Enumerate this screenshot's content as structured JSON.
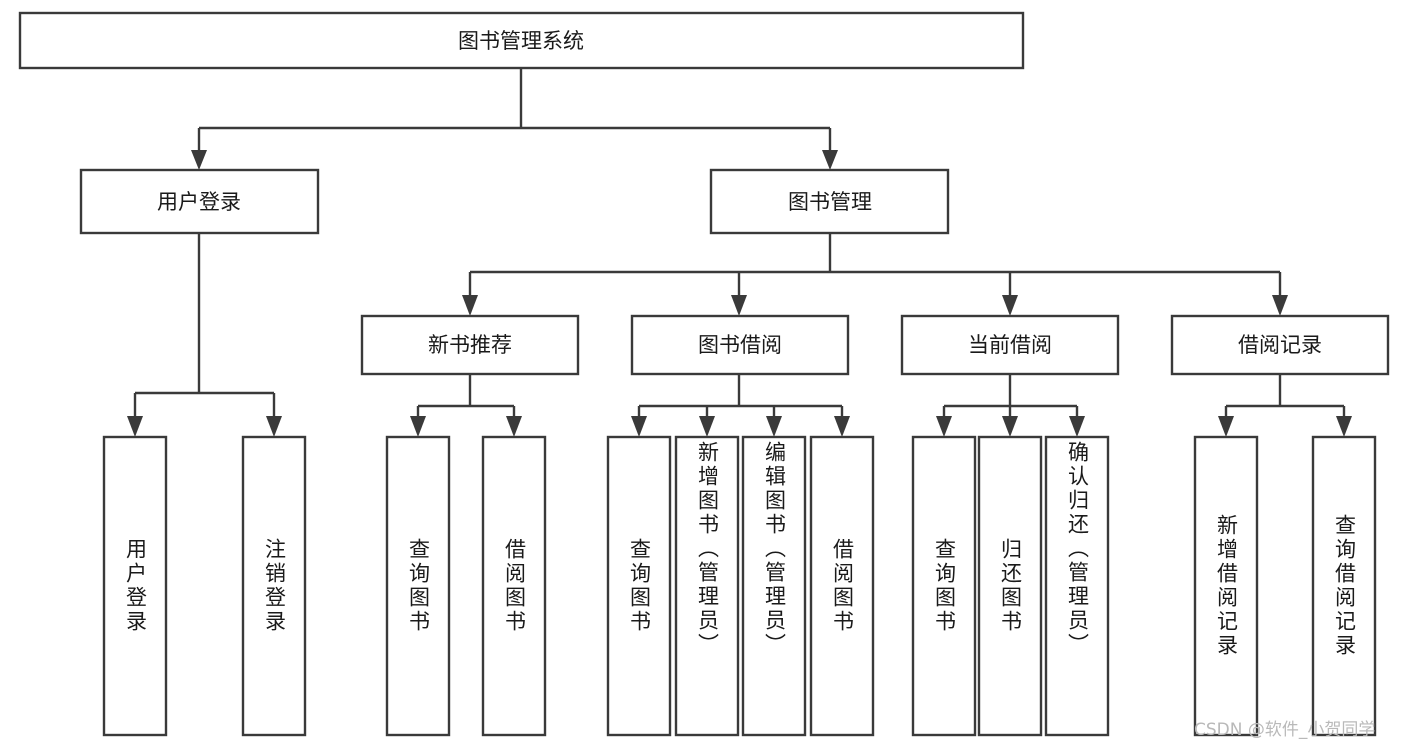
{
  "diagram": {
    "type": "tree-hierarchy",
    "title": "图书管理系统",
    "root": {
      "label": "图书管理系统",
      "orientation": "horizontal"
    },
    "level2": [
      {
        "label": "用户登录",
        "orientation": "horizontal"
      },
      {
        "label": "图书管理",
        "orientation": "horizontal"
      }
    ],
    "level3": [
      {
        "label": "新书推荐",
        "orientation": "horizontal"
      },
      {
        "label": "图书借阅",
        "orientation": "horizontal"
      },
      {
        "label": "当前借阅",
        "orientation": "horizontal"
      },
      {
        "label": "借阅记录",
        "orientation": "horizontal"
      }
    ],
    "leaves": {
      "user_login": [
        {
          "label": "用户登录",
          "orientation": "vertical"
        },
        {
          "label": "注销登录",
          "orientation": "vertical"
        }
      ],
      "new_book_recommend": [
        {
          "label": "查询图书",
          "orientation": "vertical"
        },
        {
          "label": "借阅图书",
          "orientation": "vertical"
        }
      ],
      "book_borrow": [
        {
          "label": "查询图书",
          "orientation": "vertical"
        },
        {
          "label": "新增图书（管理员）",
          "orientation": "vertical"
        },
        {
          "label": "编辑图书（管理员）",
          "orientation": "vertical"
        },
        {
          "label": "借阅图书",
          "orientation": "vertical"
        }
      ],
      "current_borrow": [
        {
          "label": "查询图书",
          "orientation": "vertical"
        },
        {
          "label": "归还图书",
          "orientation": "vertical"
        },
        {
          "label": "确认归还（管理员）",
          "orientation": "vertical"
        }
      ],
      "borrow_record": [
        {
          "label": "新增借阅记录",
          "orientation": "vertical"
        },
        {
          "label": "查询借阅记录",
          "orientation": "vertical"
        }
      ]
    },
    "colors": {
      "stroke": "#3a3a3a",
      "fill": "#ffffff",
      "text": "#1a1a1a",
      "watermark": "#b9b9b9"
    }
  },
  "watermark": {
    "text": "CSDN @软件_小贺同学"
  }
}
